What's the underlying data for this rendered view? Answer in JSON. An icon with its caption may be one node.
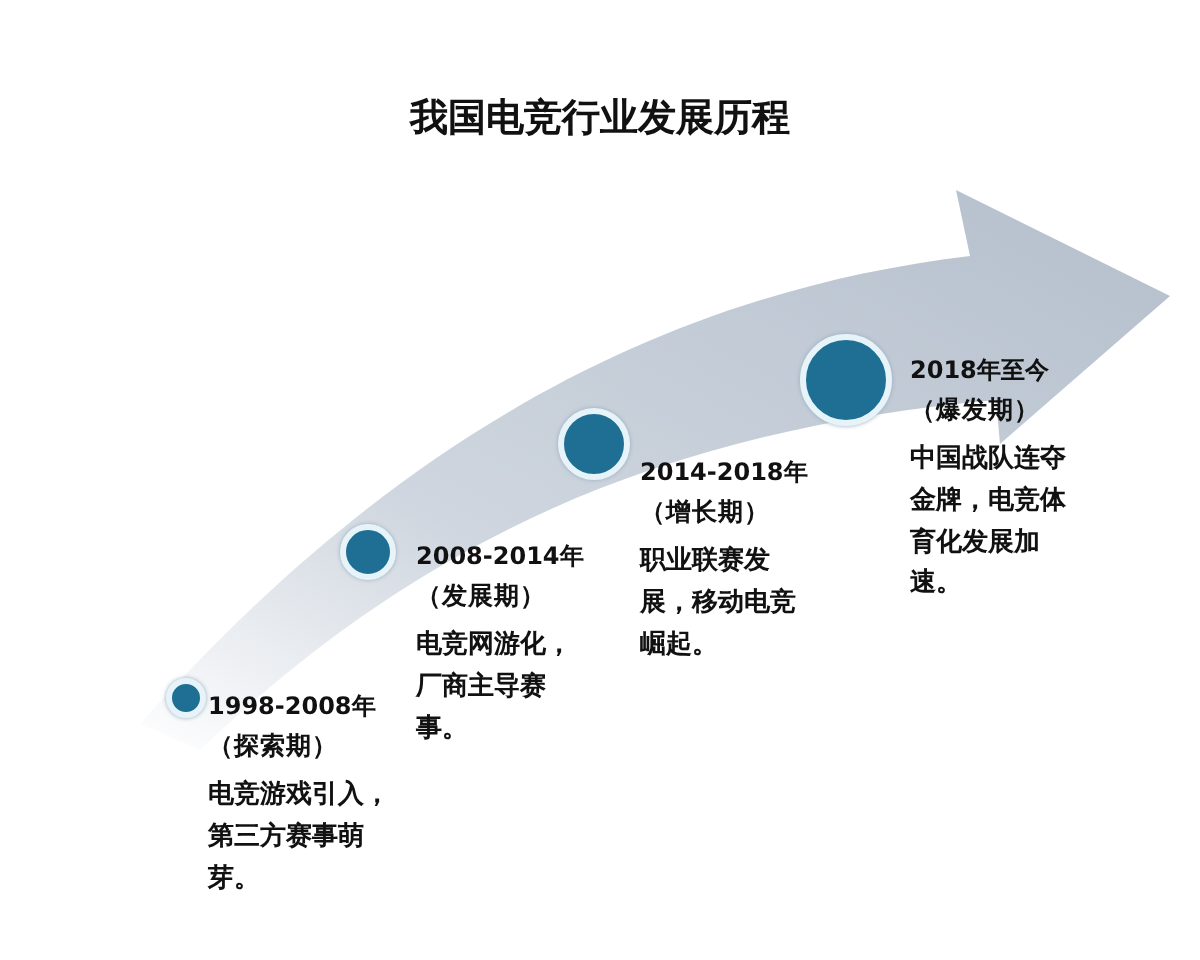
{
  "diagram": {
    "title": "我国电竞行业发展历程",
    "nodes": [
      {
        "text": [],
        "shape": "circle",
        "beside": [
          "1998-2008年",
          "（探索期）",
          "电竞游戏引入，第三方赛事萌芽。"
        ]
      },
      {
        "text": [],
        "shape": "circle",
        "beside": [
          "2008-2014年",
          "（发展期）",
          "电竞网游化，厂商主导赛事。"
        ]
      },
      {
        "text": [],
        "shape": "circle",
        "beside": [
          "2014-2018年",
          "（增长期）",
          "职业联赛发展，移动电竞崛起。"
        ]
      },
      {
        "text": [],
        "shape": "circle",
        "beside": [
          "2018年至今",
          "（爆发期）",
          "中国战队连夺金牌，电竞体育化发展加速。"
        ]
      }
    ]
  }
}
